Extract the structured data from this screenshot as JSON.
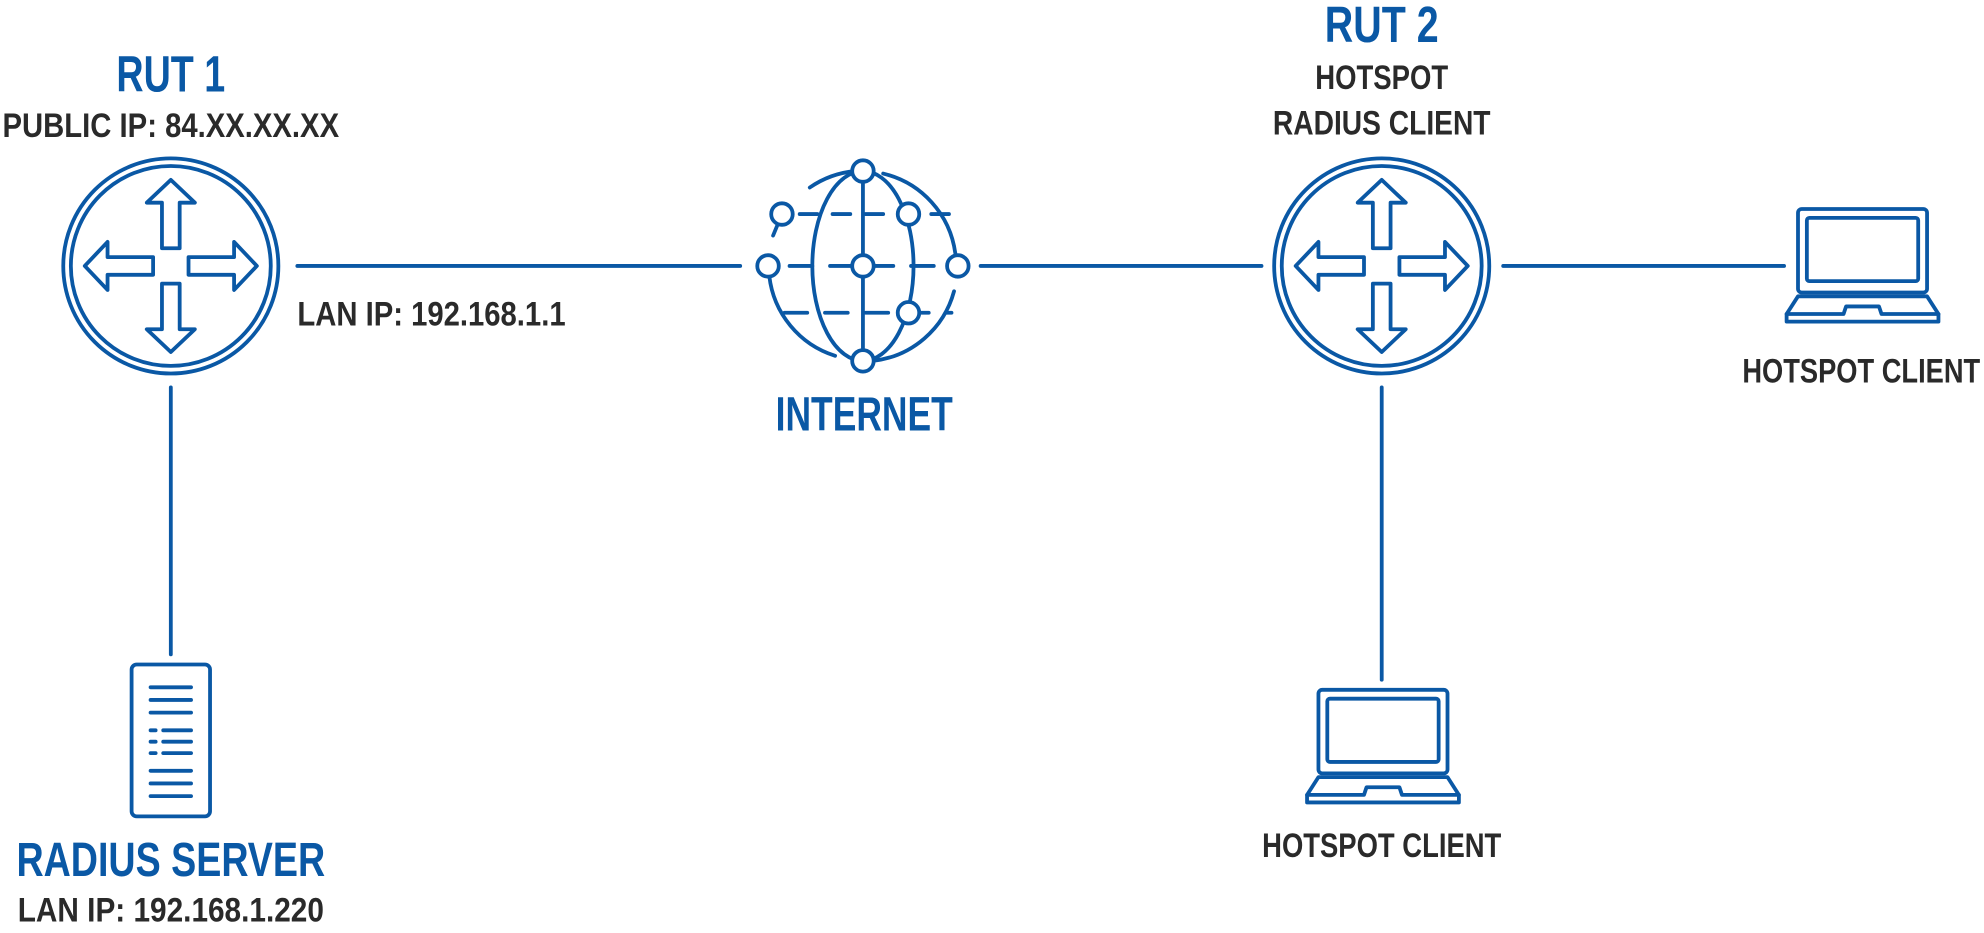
{
  "colors": {
    "accent": "#0a58a5",
    "text": "#2a2a2a"
  },
  "rut1": {
    "title": "RUT 1",
    "public_ip": "PUBLIC IP: 84.XX.XX.XX",
    "lan_ip": "LAN IP: 192.168.1.1",
    "icon": "router-icon"
  },
  "internet": {
    "label": "INTERNET",
    "icon": "globe-network-icon"
  },
  "rut2": {
    "title": "RUT 2",
    "role1": "HOTSPOT",
    "role2": "RADIUS CLIENT",
    "icon": "router-icon"
  },
  "client_right": {
    "label": "HOTSPOT CLIENT",
    "icon": "laptop-icon"
  },
  "client_bottom": {
    "label": "HOTSPOT CLIENT",
    "icon": "laptop-icon"
  },
  "radius_server": {
    "title": "RADIUS SERVER",
    "lan_ip": "LAN IP: 192.168.1.220",
    "icon": "server-icon"
  }
}
